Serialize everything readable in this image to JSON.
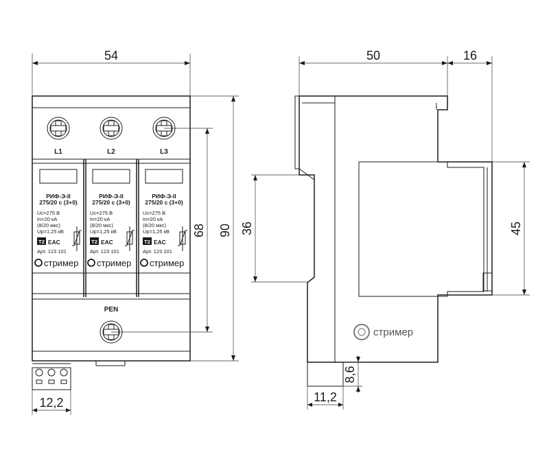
{
  "dimensions": {
    "front_width": "54",
    "front_height_total": "90",
    "front_height_terminals": "68",
    "front_terminal_width": "12,2",
    "side_depth": "50",
    "side_front_offset": "16",
    "side_rail_height": "36",
    "side_front_height": "45",
    "side_bottom_width": "11,2",
    "side_bottom_height": "8,6"
  },
  "terminals": {
    "top": [
      "L1",
      "L2",
      "L3"
    ],
    "bottom": "PEN"
  },
  "module": {
    "title": "РИФ-Э-II",
    "rating": "275/20 с (3+0)",
    "spec_uc": "Uc=275 В",
    "spec_in": "In=20 кА",
    "spec_wave": "(8/20 мкс)",
    "spec_up": "Up=1,25 кВ",
    "class_badge": "T2",
    "cert_mark": "ЕАС",
    "article": "Арт. 123 101",
    "brand": "стример"
  },
  "side_brand": "стример",
  "modules_count": 3
}
